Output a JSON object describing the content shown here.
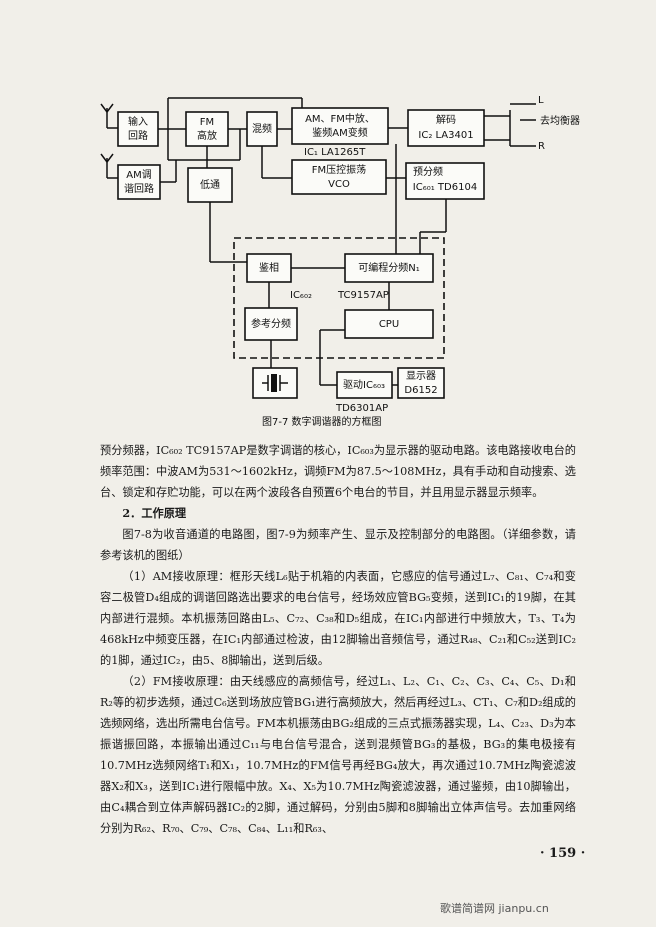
{
  "diagram": {
    "blocks": {
      "input_circuit": [
        "输入",
        "回路"
      ],
      "fm_rf_amp": [
        "FM",
        "高放"
      ],
      "mixer": "混频",
      "am_fm_if": [
        "AM、FM中放、",
        "鉴频AM变频"
      ],
      "ic1": "IC₁ LA1265T",
      "decoder": [
        "解码",
        "IC₂ LA3401"
      ],
      "am_tuning": [
        "AM调",
        "谐回路"
      ],
      "lpf": "低通",
      "fm_vco": [
        "FM压控振荡",
        "VCO"
      ],
      "prescaler": [
        "预分频",
        "IC₆₀₁ TD6104"
      ],
      "phase_det": "鉴相",
      "prog_divider": "可编程分频N₁",
      "ref_divider": "参考分频",
      "cpu": "CPU",
      "driver": "驱动IC₆₀₃",
      "display": [
        "显示器",
        "D6152"
      ]
    },
    "labels": {
      "L": "L",
      "R": "R",
      "equalizer": "去均衡器",
      "ic602": "IC₆₀₂",
      "tc9157": "TC9157AP",
      "td6301": "TD6301AP"
    },
    "caption": "图7-7  数字调谐器的方框图"
  },
  "body": {
    "p1": "预分频器，IC₆₀₂ TC9157AP是数字调谐的核心，IC₆₀₃为显示器的驱动电路。该电路接收电台的频率范围：中波AM为531～1602kHz，调频FM为87.5～108MHz，具有手动和自动搜索、选台、锁定和存贮功能，可以在两个波段各自预置6个电台的节目，并且用显示器显示频率。",
    "h2": "2．工作原理",
    "p2": "图7-8为收音通道的电路图，图7-9为频率产生、显示及控制部分的电路图。（详细参数，请参考该机的图纸）",
    "p3": "（1）AM接收原理：框形天线L₆贴于机箱的内表面，它感应的信号通过L₇、C₈₁、C₇₄和变容二极管D₄组成的调谐回路选出要求的电台信号，经场效应管BG₅变频，送到IC₁的19脚，在其内部进行混频。本机振荡回路由L₅、C₇₂、C₃₈和D₅组成，在IC₁内部进行中频放大，T₃、T₄为468kHz中频变压器，在IC₁内部通过检波，由12脚输出音频信号，通过R₄₈、C₂₁和C₅₂送到IC₂的1脚，通过IC₂，由5、8脚输出，送到后级。",
    "p4": "（2）FM接收原理：由天线感应的高频信号，经过L₁、L₂、C₁、C₂、C₃、C₄、C₅、D₁和R₂等的初步选频，通过C₆送到场放应管BG₁进行高频放大，然后再经过L₃、CT₁、C₇和D₂组成的选频网络，选出所需电台信号。FM本机振荡由BG₂组成的三点式振荡器实现，L₄、C₂₃、D₃为本振谐振回路，本振输出通过C₁₁与电台信号混合，送到混频管BG₃的基极，BG₃的集电极接有10.7MHz选频网络T₁和X₁，10.7MHz的FM信号再经BG₄放大，再次通过10.7MHz陶瓷滤波器X₂和X₃，送到IC₁进行限幅中放。X₄、X₅为10.7MHz陶瓷滤波器，通过鉴频，由10脚输出，由C₄耦合到立体声解码器IC₂的2脚，通过解码，分别由5脚和8脚输出立体声信号。去加重网络分别为R₆₂、R₇₀、C₇₉、C₇₈、C₈₄、L₁₁和R₆₃、",
    "page": "· 159 ·"
  },
  "watermark": "歌谱简谱网 jianpu.cn"
}
